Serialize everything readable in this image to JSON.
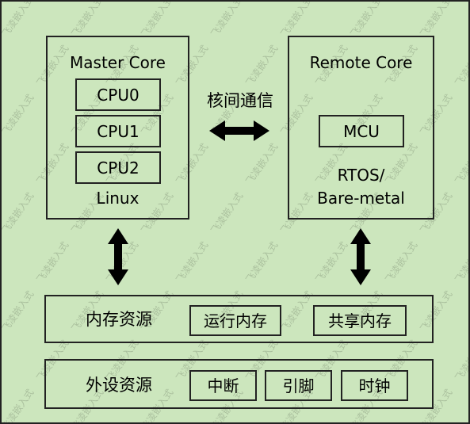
{
  "colors": {
    "background": "#cce6bd",
    "border": "#222222",
    "text": "#000000"
  },
  "master": {
    "title": "Master Core",
    "cpus": [
      "CPU0",
      "CPU1",
      "CPU2"
    ],
    "os": "Linux"
  },
  "ipc_label": "核间通信",
  "remote": {
    "title": "Remote Core",
    "mcu": "MCU",
    "os_line1": "RTOS/",
    "os_line2": "Bare-metal"
  },
  "memory": {
    "label": "内存资源",
    "items": [
      "运行内存",
      "共享内存"
    ]
  },
  "peripheral": {
    "label": "外设资源",
    "items": [
      "中断",
      "引脚",
      "时钟"
    ]
  },
  "watermark": "飞凌嵌入式"
}
